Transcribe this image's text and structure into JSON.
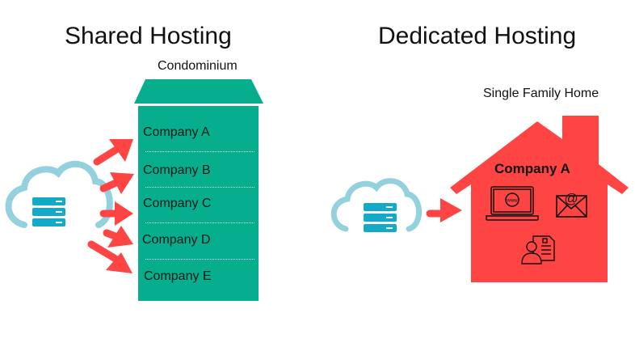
{
  "shared": {
    "title": "Shared Hosting",
    "building_label": "Condominium",
    "companies": [
      "Company A",
      "Company B",
      "Company C",
      "Company D",
      "Company E"
    ]
  },
  "dedicated": {
    "title": "Dedicated Hosting",
    "building_label": "Single Family Home",
    "company": "Company A",
    "icons": [
      "laptop-www-icon",
      "email-at-icon",
      "person-document-icon"
    ],
    "www_text": "www"
  },
  "colors": {
    "teal": "#06ae8e",
    "red": "#ff4444",
    "cloud": "#93d1de",
    "server": "#13a9c9"
  }
}
